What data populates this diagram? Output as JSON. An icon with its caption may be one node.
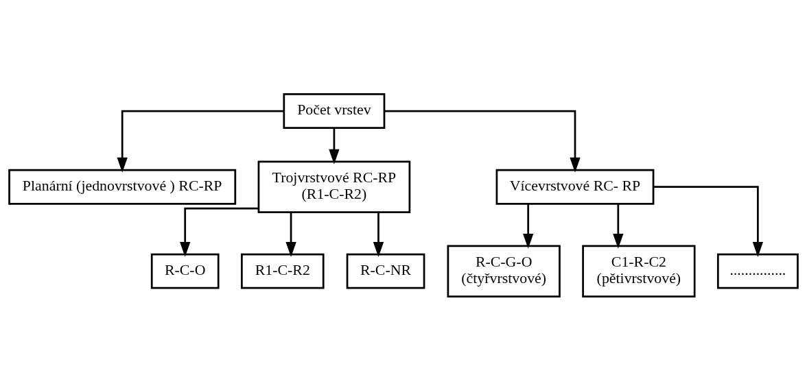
{
  "diagram": {
    "nodes": [
      {
        "text": [
          "Počet vrstev"
        ]
      },
      {
        "text": [
          "Planární (jednovrstvové ) RC-RP"
        ]
      },
      {
        "text": [
          "Trojvrstvové RC-RP",
          "(R1-C-R2)"
        ]
      },
      {
        "text": [
          "Vícevrstvové RC- RP"
        ]
      },
      {
        "text": [
          "R-C-O"
        ]
      },
      {
        "text": [
          "R1-C-R2"
        ]
      },
      {
        "text": [
          "R-C-NR"
        ]
      },
      {
        "text": [
          "R-C-G-O",
          "(čtyřvrstvové)"
        ]
      },
      {
        "text": [
          "C1-R-C2",
          "(pětivrstvové)"
        ]
      },
      {
        "text": [
          "..............."
        ]
      }
    ],
    "edges": [
      {
        "from": 0,
        "to": 1,
        "arrow": "to"
      },
      {
        "from": 0,
        "to": 2,
        "arrow": "to"
      },
      {
        "from": 0,
        "to": 3,
        "arrow": "to"
      },
      {
        "from": 2,
        "to": 4,
        "arrow": "to"
      },
      {
        "from": 2,
        "to": 5,
        "arrow": "to"
      },
      {
        "from": 2,
        "to": 6,
        "arrow": "to"
      },
      {
        "from": 3,
        "to": 7,
        "arrow": "to"
      },
      {
        "from": 3,
        "to": 8,
        "arrow": "to"
      },
      {
        "from": 3,
        "to": 9,
        "arrow": "to"
      }
    ]
  }
}
